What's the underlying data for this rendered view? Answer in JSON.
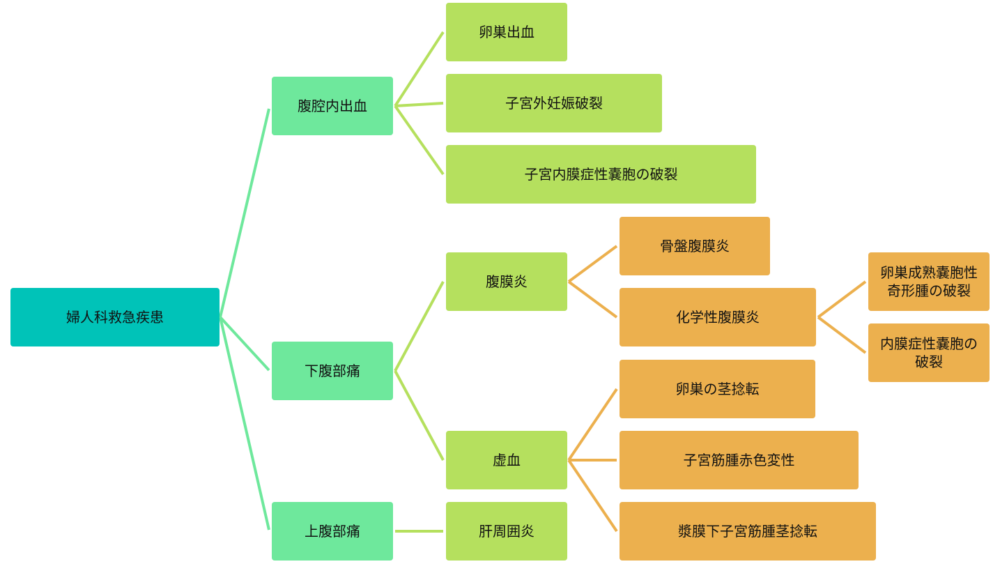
{
  "colors": {
    "root_fill": "#00c3b8",
    "level1_fill": "#6ee89c",
    "level1_line": "#6ee89c",
    "level2_fill": "#b5e05e",
    "level2_line": "#b5e05e",
    "level3_fill": "#ecb04e",
    "level3_line": "#ecb04e"
  },
  "root": "婦人科救急疾患",
  "level1": {
    "kuu": "腹腔内出血",
    "kafu": "下腹部痛",
    "jofu": "上腹部痛"
  },
  "level2": {
    "ransou": "卵巣出血",
    "gaihatsu": "子宮外妊娠破裂",
    "naimaku": "子宮内膜症性嚢胞の破裂",
    "fukumaku": "腹膜炎",
    "kyoketsu": "虚血",
    "kanshu": "肝周囲炎"
  },
  "level3": {
    "kotsuban": "骨盤腹膜炎",
    "kagaku": "化学性腹膜炎",
    "nenten": "卵巣の茎捻転",
    "kinshu": "子宮筋腫赤色変性",
    "shoumaku": "漿膜下子宮筋腫茎捻転"
  },
  "level4": {
    "seijuku_line1": "卵巣成熟嚢胞性",
    "seijuku_line2": "奇形腫の破裂",
    "naimaku2_line1": "内膜症性嚢胞の",
    "naimaku2_line2": "破裂"
  }
}
